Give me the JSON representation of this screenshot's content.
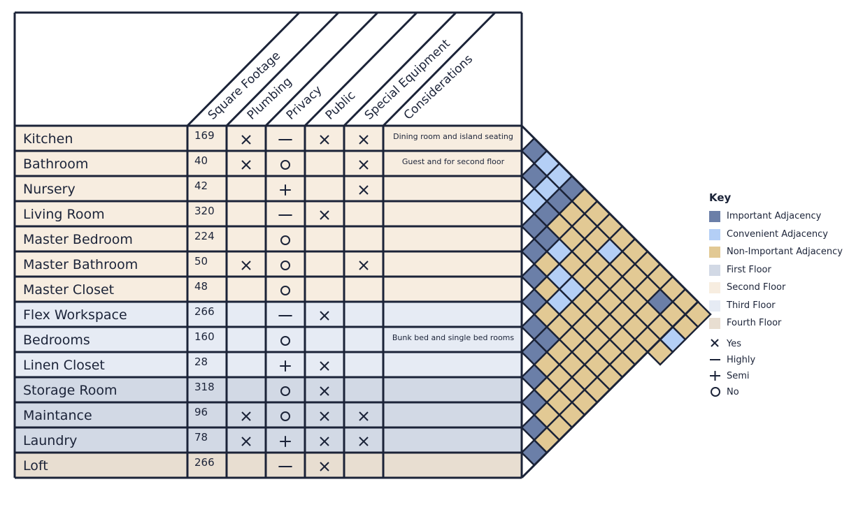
{
  "columns": [
    "Square Footage",
    "Plumbing",
    "Privacy",
    "Public",
    "Special Equipment",
    "Considerations"
  ],
  "colors": {
    "border": "#1b2338",
    "important": "#6b7fa8",
    "convenient": "#b4cff6",
    "non_important": "#e2c994",
    "first_floor": "#d2d9e5",
    "second_floor": "#f7ede0",
    "third_floor": "#e6ebf4",
    "fourth_floor": "#e8ded1"
  },
  "rows": [
    {
      "name": "Kitchen",
      "sqft": "169",
      "plumbing": "yes",
      "privacy": "highly",
      "public": "yes",
      "special": "yes",
      "considerations": "Dining room and island seating",
      "floor": "second"
    },
    {
      "name": "Bathroom",
      "sqft": "40",
      "plumbing": "yes",
      "privacy": "no",
      "public": "",
      "special": "yes",
      "considerations": "Guest and for second floor",
      "floor": "second"
    },
    {
      "name": "Nursery",
      "sqft": "42",
      "plumbing": "",
      "privacy": "semi",
      "public": "",
      "special": "yes",
      "considerations": "",
      "floor": "second"
    },
    {
      "name": "Living Room",
      "sqft": "320",
      "plumbing": "",
      "privacy": "highly",
      "public": "yes",
      "special": "",
      "considerations": "",
      "floor": "second"
    },
    {
      "name": "Master Bedroom",
      "sqft": "224",
      "plumbing": "",
      "privacy": "no",
      "public": "",
      "special": "",
      "considerations": "",
      "floor": "second"
    },
    {
      "name": "Master Bathroom",
      "sqft": "50",
      "plumbing": "yes",
      "privacy": "no",
      "public": "",
      "special": "yes",
      "considerations": "",
      "floor": "second"
    },
    {
      "name": "Master Closet",
      "sqft": "48",
      "plumbing": "",
      "privacy": "no",
      "public": "",
      "special": "",
      "considerations": "",
      "floor": "second"
    },
    {
      "name": "Flex Workspace",
      "sqft": "266",
      "plumbing": "",
      "privacy": "highly",
      "public": "yes",
      "special": "",
      "considerations": "",
      "floor": "third"
    },
    {
      "name": "Bedrooms",
      "sqft": "160",
      "plumbing": "",
      "privacy": "no",
      "public": "",
      "special": "",
      "considerations": "Bunk bed and single bed rooms",
      "floor": "third"
    },
    {
      "name": "Linen Closet",
      "sqft": "28",
      "plumbing": "",
      "privacy": "semi",
      "public": "yes",
      "special": "",
      "considerations": "",
      "floor": "third"
    },
    {
      "name": "Storage Room",
      "sqft": "318",
      "plumbing": "",
      "privacy": "no",
      "public": "yes",
      "special": "",
      "considerations": "",
      "floor": "first"
    },
    {
      "name": "Maintance",
      "sqft": "96",
      "plumbing": "yes",
      "privacy": "no",
      "public": "yes",
      "special": "yes",
      "considerations": "",
      "floor": "first"
    },
    {
      "name": "Laundry",
      "sqft": "78",
      "plumbing": "yes",
      "privacy": "semi",
      "public": "yes",
      "special": "yes",
      "considerations": "",
      "floor": "first"
    },
    {
      "name": "Loft",
      "sqft": "266",
      "plumbing": "",
      "privacy": "highly",
      "public": "yes",
      "special": "",
      "considerations": "",
      "floor": "fourth"
    }
  ],
  "adjacency_by_pair_distance": [
    "IICIIIIIIIIII",
    "CCIINNNINNNN",
    "CINCCCNNNNN",
    "INNNCNNNNN",
    "NNNNNNNNN",
    "NNNNNNNN",
    "NCNNNNN",
    "NNNNNN",
    "NNNNN",
    "NNNN",
    "NINN",
    "NNC",
    "NN",
    "N"
  ],
  "adjacency_codes": {
    "I": "important",
    "C": "convenient",
    "N": "non_important"
  },
  "key": {
    "title": "Key",
    "items": [
      {
        "label": "Important Adjacency",
        "color": "#6b7fa8"
      },
      {
        "label": "Convenient Adjacency",
        "color": "#b4cff6"
      },
      {
        "label": "Non-Important Adjacency",
        "color": "#e2c994"
      },
      {
        "label": "First Floor",
        "color": "#d2d9e5"
      },
      {
        "label": "Second Floor",
        "color": "#f7ede0"
      },
      {
        "label": "Third Floor",
        "color": "#e6ebf4"
      },
      {
        "label": "Fourth Floor",
        "color": "#e8ded1"
      }
    ],
    "symbols": [
      {
        "symbol": "yes",
        "label": "Yes"
      },
      {
        "symbol": "highly",
        "label": "Highly"
      },
      {
        "symbol": "semi",
        "label": "Semi"
      },
      {
        "symbol": "no",
        "label": "No"
      }
    ]
  }
}
